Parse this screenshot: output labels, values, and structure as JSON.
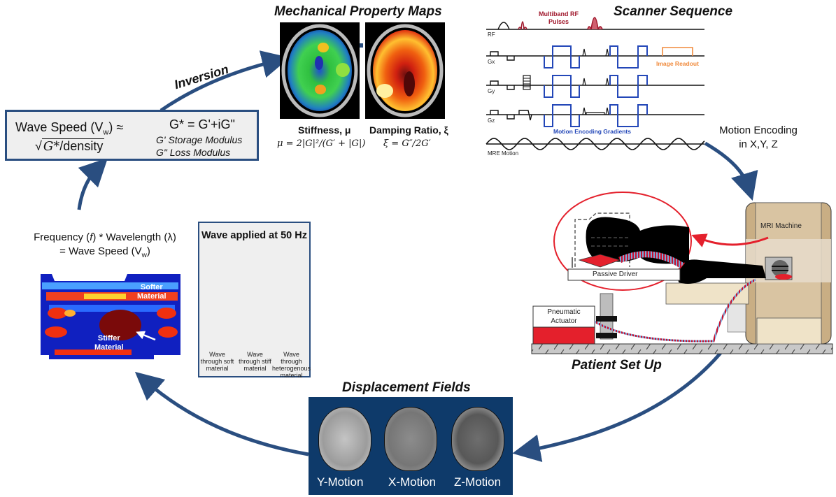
{
  "titles": {
    "mechanical_maps": "Mechanical Property Maps",
    "scanner_sequence": "Scanner Sequence",
    "patient_setup": "Patient Set Up",
    "displacement_fields": "Displacement Fields"
  },
  "inversion": {
    "label": "Inversion"
  },
  "formula_box": {
    "wave_speed_line1": "Wave Speed (V",
    "wave_speed_sub": "w",
    "wave_speed_approx": ") ≈",
    "sqrt_content": "G*",
    "sqrt_suffix": "/density",
    "complex_modulus": "G* = G'+iG\"",
    "storage_modulus": "G' Storage Modulus",
    "loss_modulus": "G\" Loss Modulus"
  },
  "maps": {
    "stiffness_label": "Stiffness, μ",
    "stiffness_formula": "μ = 2|G|²/(G′ + |G|)",
    "damping_label": "Damping Ratio, ξ",
    "damping_formula": "ξ = G″/2G′"
  },
  "sequence": {
    "rf_pulses_label_line1": "Multiband RF",
    "rf_pulses_label_line2": "Pulses",
    "rows": [
      "RF",
      "Gx",
      "Gy",
      "Gz",
      "MRE Motion"
    ],
    "image_readout": "Image Readout",
    "meg_label": "Motion Encoding Gradients",
    "colors": {
      "rf": "#a0182c",
      "meg": "#2347b8",
      "readout": "#f08a3c"
    }
  },
  "motion_encoding": {
    "line1": "Motion Encoding",
    "line2": "in X,Y, Z"
  },
  "patient_setup": {
    "mri_machine": "MRI Machine",
    "passive_driver": "Passive Driver",
    "actuator_line1": "Pneumatic",
    "actuator_line2": "Actuator"
  },
  "wavelength": {
    "line1_a": "Frequency (",
    "line1_f": "f",
    "line1_b": ") * Wavelength (λ)",
    "line2_a": "= Wave Speed (V",
    "line2_sub": "w",
    "line2_b": ")",
    "softer_line1": "Softer",
    "softer_line2": "Material",
    "stiffer_line1": "Stiffer",
    "stiffer_line2": "Material"
  },
  "wave_box": {
    "title": "Wave applied at 50 Hz",
    "captions": [
      [
        "Wave",
        "through soft",
        "material"
      ],
      [
        "Wave",
        "through stiff",
        "material"
      ],
      [
        "Wave through",
        "heterogenous",
        "material"
      ]
    ],
    "colors": {
      "soft": "#1f3f78",
      "stiff": "#c8102e"
    }
  },
  "displacement": {
    "labels": [
      "Y-Motion",
      "X-Motion",
      "Z-Motion"
    ]
  },
  "colors": {
    "arrow_blue": "#2a4e80",
    "box_fill": "#efefef",
    "disp_bg": "#0e3a6a",
    "highlight_red": "#e4202c"
  }
}
